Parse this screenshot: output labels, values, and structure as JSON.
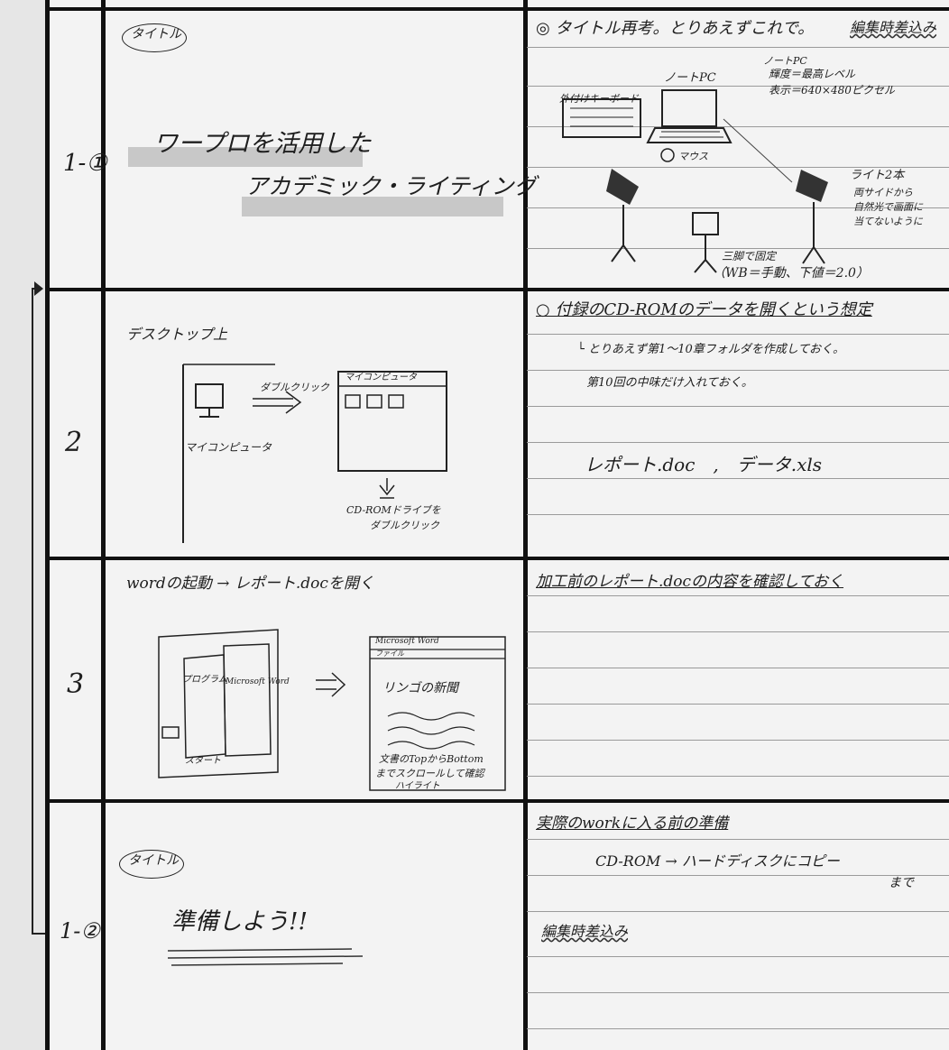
{
  "rows": [
    {
      "number": "1-①",
      "scene": {
        "tag": "タイトル",
        "title_line1": "ワープロを活用した",
        "title_line2": "アカデミック・ライティング"
      },
      "notes": {
        "heading": "◎ タイトル再考。とりあえずこれで。",
        "heading_tag": "編集時差込み",
        "sketch_labels": {
          "laptop_caption": "ノートPC",
          "laptop_spec1": "ノートPC",
          "laptop_spec2": "輝度＝最高レベル",
          "laptop_spec3": "表示＝640×480ピクセル",
          "keyboard": "外付けキーボード",
          "mouse": "マウス",
          "lights": "ライト2本",
          "lights_note1": "両サイドから",
          "lights_note2": "自然光で画面に",
          "lights_note3": "当てないように",
          "camera1": "三脚で固定",
          "camera2": "（WB＝手動、下値＝2.0）"
        }
      }
    },
    {
      "number": "2",
      "scene": {
        "heading": "デスクトップ上",
        "icon_label": "マイコンピュータ",
        "arrow_label": "ダブルクリック",
        "window_title": "マイコンピュータ",
        "cd_note1": "CD-ROMドライブを",
        "cd_note2": "ダブルクリック"
      },
      "notes": {
        "line1": "○ 付録のCD-ROMのデータを開くという想定",
        "line2": "└ とりあえず第1〜10章フォルダを作成しておく。",
        "line3": "第10回の中味だけ入れておく。",
        "files": "レポート.doc　,　データ.xls"
      }
    },
    {
      "number": "3",
      "scene": {
        "heading": "wordの起動 → レポート.docを開く",
        "menu_program": "プログラム",
        "menu_word": "Microsoft Word",
        "start_button": "スタート",
        "word_title": "Microsoft Word",
        "word_menu": "ファイル",
        "doc_heading": "リンゴの新聞",
        "scroll_note1": "文書のTopからBottom",
        "scroll_note2": "までスクロールして確認",
        "scroll_note3": "ハイライト"
      },
      "notes": {
        "line1": "加工前のレポート.docの内容を確認しておく"
      }
    },
    {
      "number": "1-②",
      "scene": {
        "tag": "タイトル",
        "title": "準備しよう!!"
      },
      "notes": {
        "line1": "実際のworkに入る前の準備",
        "line2": "CD-ROM → ハードディスクにコピー",
        "line3": "まで",
        "line4": "編集時差込み"
      }
    }
  ]
}
